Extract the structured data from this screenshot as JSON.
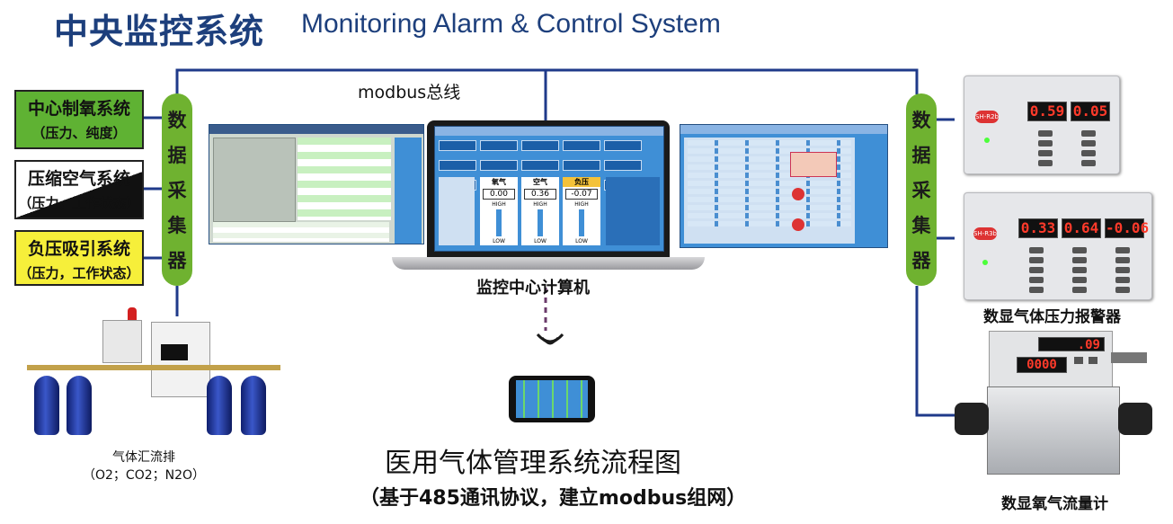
{
  "header": {
    "title_cn": "中央监控系统",
    "title_en": "Monitoring Alarm & Control System"
  },
  "bus_label": "modbus总线",
  "collector_left": {
    "chars": [
      "数",
      "据",
      "采",
      "集",
      "器"
    ]
  },
  "collector_right": {
    "chars": [
      "数",
      "据",
      "采",
      "集",
      "器"
    ]
  },
  "systems": [
    {
      "name": "中心制氧系统",
      "detail": "（压力、纯度）"
    },
    {
      "name": "压缩空气系统",
      "detail": "（压力，工作状态）"
    },
    {
      "name": "负压吸引系统",
      "detail": "（压力，工作状态）"
    }
  ],
  "computer_label": "监控中心计算机",
  "laptop": {
    "gauges": [
      {
        "label": "氧气",
        "value": "0.00"
      },
      {
        "label": "空气",
        "value": "0.36"
      },
      {
        "label": "负压",
        "value": "-0.07"
      }
    ],
    "gauge_high": "HIGH",
    "gauge_low": "LOW"
  },
  "manifold_label_1": "气体汇流排",
  "manifold_label_2": "（O2；CO2；N2O）",
  "alarm_label": "数显气体压力报警器",
  "alarm_1": {
    "brand": "SH-R2b",
    "readings": [
      "0.59",
      "0.05"
    ]
  },
  "alarm_2": {
    "brand": "SH-R3b",
    "readings": [
      "0.33",
      "0.64",
      "-0.06"
    ]
  },
  "flowmeter": {
    "readings": [
      ".09",
      "0000"
    ]
  },
  "flowmeter_label": "数显氧气流量计",
  "main_title": "医用气体管理系统流程图",
  "main_subtitle": "（基于485通讯协议，建立modbus组网）",
  "colors": {
    "title": "#1d3f7c",
    "collector": "#6fb230",
    "screen": "#3f8fd6",
    "display": "#ff3a2a"
  }
}
